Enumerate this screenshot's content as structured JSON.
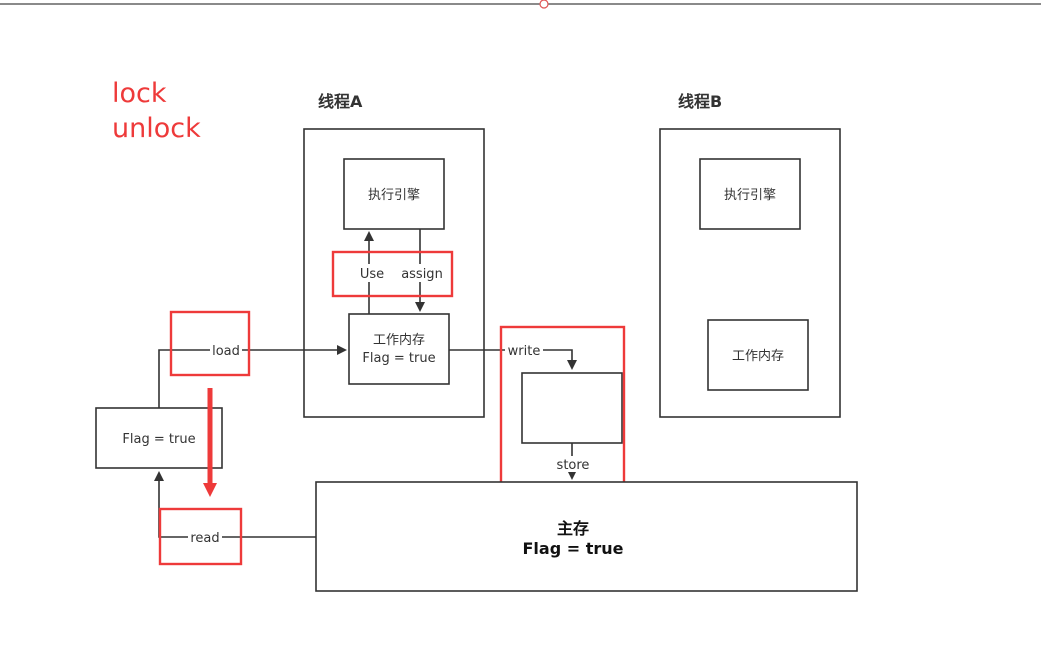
{
  "notes": [
    "lock",
    "unlock"
  ],
  "thread_a": {
    "title": "线程A",
    "engine_label": "执行引擎",
    "memory_label_line1": "工作内存",
    "memory_label_line2": "Flag = true",
    "use_label": "Use",
    "assign_label": "assign"
  },
  "thread_b": {
    "title": "线程B",
    "engine_label": "执行引擎",
    "memory_label": "工作内存"
  },
  "main_memory": {
    "label_line1": "主存",
    "label_line2": "Flag = true"
  },
  "flag_box_label": "Flag = true",
  "operations": {
    "load": "load",
    "read": "read",
    "write": "write",
    "store": "store"
  },
  "colors": {
    "highlight": "#ee3a3a",
    "box_stroke": "#333333",
    "arrow": "#333333"
  }
}
